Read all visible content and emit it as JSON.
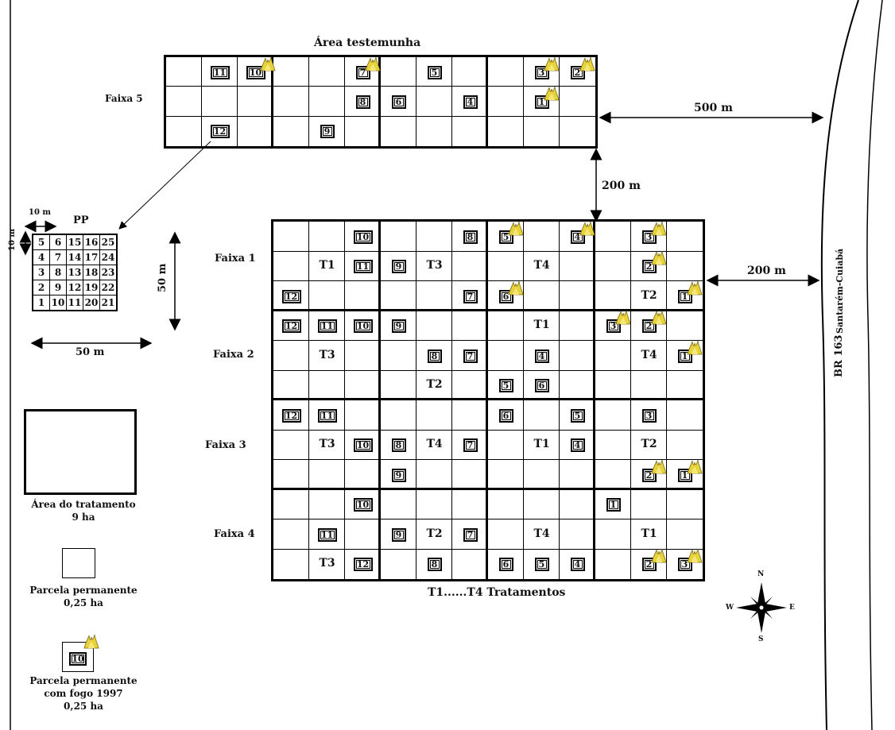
{
  "labels": {
    "control_area": "Área testemunha",
    "strip5": "Faixa 5",
    "strip1": "Faixa 1",
    "strip2": "Faixa 2",
    "strip3": "Faixa 3",
    "strip4": "Faixa 4",
    "dist_500": "500 m",
    "dist_200_v": "200 m",
    "dist_200_h": "200 m",
    "road_name": "BR 163",
    "road_route": "Santarém-Cuiabá",
    "treatments_caption": "T1......T4 Tratamentos",
    "pp_title": "PP",
    "pp_10m": "10 m",
    "pp_10m_v": "10 m",
    "pp_50m_h": "50 m",
    "pp_50m_v": "50 m",
    "legend_area_1": "Área do tratamento",
    "legend_area_2": "9 ha",
    "legend_perm_1": "Parcela permanente",
    "legend_perm_2": "0,25 ha",
    "legend_fire_1": "Parcela permanente",
    "legend_fire_2": "com fogo 1997",
    "legend_fire_3": "0,25 ha",
    "legend_fire_plot": "10",
    "compass_n": "N",
    "compass_s": "S",
    "compass_e": "E",
    "compass_w": "W"
  },
  "pp_grid": [
    [
      "5",
      "6",
      "15",
      "16",
      "25"
    ],
    [
      "4",
      "7",
      "14",
      "17",
      "24"
    ],
    [
      "3",
      "8",
      "13",
      "18",
      "23"
    ],
    [
      "2",
      "9",
      "12",
      "19",
      "22"
    ],
    [
      "1",
      "10",
      "11",
      "20",
      "21"
    ]
  ],
  "control_plots": [
    {
      "r": 0,
      "c": 1,
      "n": "11"
    },
    {
      "r": 0,
      "c": 2,
      "n": "10",
      "fire": true
    },
    {
      "r": 0,
      "c": 5,
      "n": "7",
      "fire": true
    },
    {
      "r": 0,
      "c": 7,
      "n": "5"
    },
    {
      "r": 0,
      "c": 10,
      "n": "3",
      "fire": true
    },
    {
      "r": 0,
      "c": 11,
      "n": "2",
      "fire": true
    },
    {
      "r": 1,
      "c": 5,
      "n": "8"
    },
    {
      "r": 1,
      "c": 6,
      "n": "6"
    },
    {
      "r": 1,
      "c": 8,
      "n": "4"
    },
    {
      "r": 1,
      "c": 10,
      "n": "1",
      "fire": true
    },
    {
      "r": 2,
      "c": 1,
      "n": "12"
    },
    {
      "r": 2,
      "c": 4,
      "n": "9"
    }
  ],
  "main_plots": [
    {
      "r": 0,
      "c": 2,
      "n": "10"
    },
    {
      "r": 0,
      "c": 5,
      "n": "8"
    },
    {
      "r": 0,
      "c": 6,
      "n": "5",
      "fire": true
    },
    {
      "r": 0,
      "c": 8,
      "n": "4",
      "fire": true
    },
    {
      "r": 0,
      "c": 10,
      "n": "3",
      "fire": true
    },
    {
      "r": 1,
      "c": 2,
      "n": "11"
    },
    {
      "r": 1,
      "c": 3,
      "n": "9"
    },
    {
      "r": 1,
      "c": 10,
      "n": "2",
      "fire": true
    },
    {
      "r": 2,
      "c": 0,
      "n": "12"
    },
    {
      "r": 2,
      "c": 5,
      "n": "7"
    },
    {
      "r": 2,
      "c": 6,
      "n": "6",
      "fire": true
    },
    {
      "r": 2,
      "c": 11,
      "n": "1",
      "fire": true
    },
    {
      "r": 3,
      "c": 0,
      "n": "12"
    },
    {
      "r": 3,
      "c": 1,
      "n": "11"
    },
    {
      "r": 3,
      "c": 2,
      "n": "10"
    },
    {
      "r": 3,
      "c": 3,
      "n": "9"
    },
    {
      "r": 3,
      "c": 9,
      "n": "3",
      "fire": true
    },
    {
      "r": 3,
      "c": 10,
      "n": "2",
      "fire": true
    },
    {
      "r": 4,
      "c": 4,
      "n": "8"
    },
    {
      "r": 4,
      "c": 5,
      "n": "7"
    },
    {
      "r": 4,
      "c": 7,
      "n": "4"
    },
    {
      "r": 4,
      "c": 11,
      "n": "1",
      "fire": true
    },
    {
      "r": 5,
      "c": 6,
      "n": "5"
    },
    {
      "r": 5,
      "c": 7,
      "n": "6"
    },
    {
      "r": 6,
      "c": 0,
      "n": "12"
    },
    {
      "r": 6,
      "c": 1,
      "n": "11"
    },
    {
      "r": 6,
      "c": 6,
      "n": "6"
    },
    {
      "r": 6,
      "c": 8,
      "n": "5"
    },
    {
      "r": 6,
      "c": 10,
      "n": "3"
    },
    {
      "r": 7,
      "c": 2,
      "n": "10"
    },
    {
      "r": 7,
      "c": 3,
      "n": "8"
    },
    {
      "r": 7,
      "c": 5,
      "n": "7"
    },
    {
      "r": 7,
      "c": 8,
      "n": "4"
    },
    {
      "r": 8,
      "c": 3,
      "n": "9"
    },
    {
      "r": 8,
      "c": 10,
      "n": "2",
      "fire": true
    },
    {
      "r": 8,
      "c": 11,
      "n": "1",
      "fire": true
    },
    {
      "r": 9,
      "c": 2,
      "n": "10"
    },
    {
      "r": 9,
      "c": 9,
      "n": "1"
    },
    {
      "r": 10,
      "c": 1,
      "n": "11"
    },
    {
      "r": 10,
      "c": 3,
      "n": "9"
    },
    {
      "r": 10,
      "c": 5,
      "n": "7"
    },
    {
      "r": 11,
      "c": 2,
      "n": "12"
    },
    {
      "r": 11,
      "c": 4,
      "n": "8"
    },
    {
      "r": 11,
      "c": 6,
      "n": "6"
    },
    {
      "r": 11,
      "c": 7,
      "n": "5"
    },
    {
      "r": 11,
      "c": 8,
      "n": "4"
    },
    {
      "r": 11,
      "c": 10,
      "n": "2",
      "fire": true
    },
    {
      "r": 11,
      "c": 11,
      "n": "3",
      "fire": true
    }
  ],
  "main_treatments": [
    {
      "r": 1,
      "c": 1,
      "t": "T1"
    },
    {
      "r": 1,
      "c": 4,
      "t": "T3"
    },
    {
      "r": 1,
      "c": 7,
      "t": "T4"
    },
    {
      "r": 2,
      "c": 10,
      "t": "T2"
    },
    {
      "r": 3,
      "c": 7,
      "t": "T1"
    },
    {
      "r": 4,
      "c": 1,
      "t": "T3"
    },
    {
      "r": 4,
      "c": 10,
      "t": "T4"
    },
    {
      "r": 5,
      "c": 4,
      "t": "T2"
    },
    {
      "r": 7,
      "c": 1,
      "t": "T3"
    },
    {
      "r": 7,
      "c": 4,
      "t": "T4"
    },
    {
      "r": 7,
      "c": 7,
      "t": "T1"
    },
    {
      "r": 7,
      "c": 10,
      "t": "T2"
    },
    {
      "r": 10,
      "c": 4,
      "t": "T2"
    },
    {
      "r": 10,
      "c": 7,
      "t": "T4"
    },
    {
      "r": 10,
      "c": 10,
      "t": "T1"
    },
    {
      "r": 11,
      "c": 1,
      "t": "T3"
    }
  ]
}
